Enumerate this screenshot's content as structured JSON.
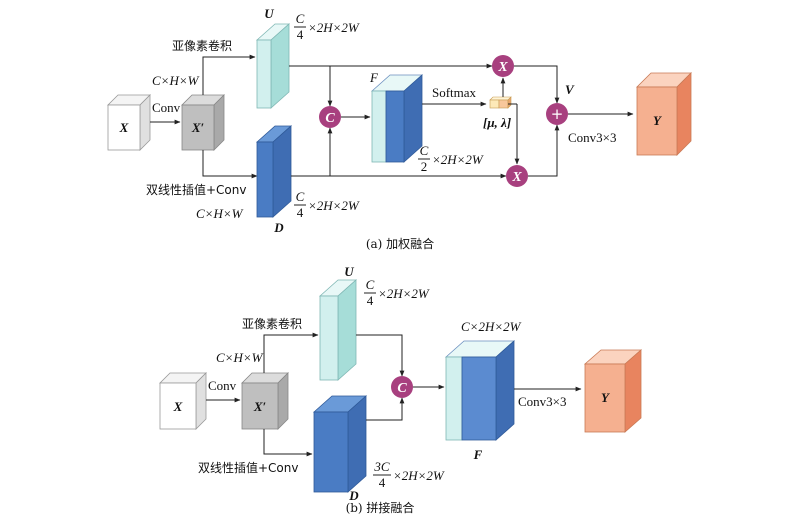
{
  "panel_a": {
    "caption": "(a) 加权融合",
    "X": "X",
    "Xp": "X′",
    "in_dim": "C×H×W",
    "conv": "Conv",
    "subpixel": "亚像素卷积",
    "bilinear": "双线性插值+Conv",
    "U": "U",
    "D": "D",
    "F": "F",
    "V": "V",
    "Y": "Y",
    "u_num": "C",
    "u_den": "4",
    "u_rest": "×2H×2W",
    "d_num": "C",
    "d_den": "4",
    "d_rest": "×2H×2W",
    "d_below": "C×H×W",
    "f_num": "C",
    "f_den": "2",
    "f_rest": "×2H×2W",
    "softmax": "Softmax",
    "mu_lambda": "[μ, λ]",
    "concat": "C",
    "mult": "X",
    "plus": "+",
    "conv33": "Conv3×3"
  },
  "panel_b": {
    "caption": "(b) 拼接融合",
    "X": "X",
    "Xp": "X′",
    "in_dim": "C×H×W",
    "conv": "Conv",
    "subpixel": "亚像素卷积",
    "bilinear": "双线性插值+Conv",
    "U": "U",
    "D": "D",
    "F": "F",
    "Y": "Y",
    "u_num": "C",
    "u_den": "4",
    "u_rest": "×2H×2W",
    "d_num": "3C",
    "d_den": "4",
    "d_rest": "×2H×2W",
    "f_dim": "C×2H×2W",
    "concat": "C",
    "conv33": "Conv3×3"
  },
  "colors": {
    "gray_light": "#ffffff",
    "gray_mid": "#bfbfbf",
    "cyan_light": "#d2f0ee",
    "blue": "#4a7cc4",
    "blue_dark": "#3f6db3",
    "orange": "#f5b090",
    "orange_dark": "#e8845f",
    "purple": "#a8407f",
    "cream": "#fde9b8",
    "peach": "#f8c79b"
  }
}
